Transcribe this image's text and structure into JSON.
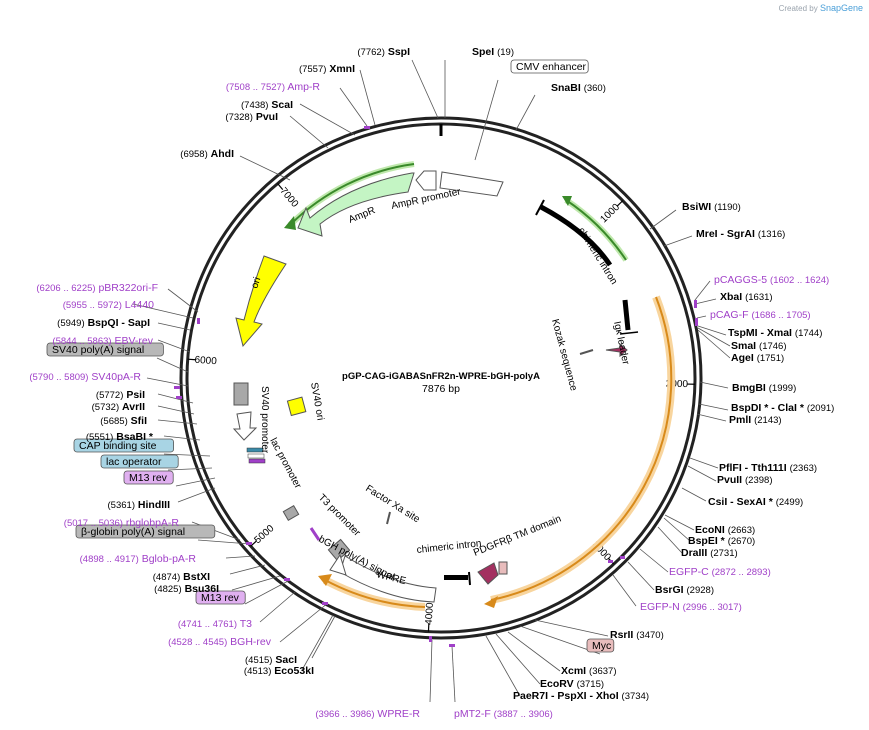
{
  "header": {
    "credit_prefix": "Created by",
    "brand": "SnapGene"
  },
  "plasmid": {
    "name": "pGP-CAG-iGABASnFR2n-WPRE-bGH-polyA",
    "length_label": "7876 bp",
    "length": 7876
  },
  "colors": {
    "backbone": "#222222",
    "primer": "#a040c8",
    "amp_arrow": "#c4f5c4",
    "ori": "#ffff00",
    "orange_feature": "#f4a63c",
    "green_feature": "#58b83a",
    "cmv_box": "#ffffff",
    "polyA_box": "#b8b8b8",
    "cap_box": "#a8d4e4",
    "m13_box": "#e0b0f0",
    "myc_box": "#e8bcbc",
    "igk_arrow": "#a33060",
    "pdgfr_arrow": "#a33060"
  },
  "ticks": [
    {
      "label": "1000",
      "pos": 1000
    },
    {
      "label": "2000",
      "pos": 2000
    },
    {
      "label": "3000",
      "pos": 3000
    },
    {
      "label": "4000",
      "pos": 4000
    },
    {
      "label": "5000",
      "pos": 5000
    },
    {
      "label": "6000",
      "pos": 6000
    },
    {
      "label": "7000",
      "pos": 7000
    }
  ],
  "features": [
    {
      "name": "CMV enhancer",
      "boxed": true
    },
    {
      "name": "chimeric intron"
    },
    {
      "name": "Kozak sequence"
    },
    {
      "name": "Igκ leader"
    },
    {
      "name": "SV40 ori"
    },
    {
      "name": "SV40 promoter"
    },
    {
      "name": "lac promoter"
    },
    {
      "name": "T3 promoter"
    },
    {
      "name": "Factor Xa site"
    },
    {
      "name": "bGH poly(A) signal"
    },
    {
      "name": "chimeric intron"
    },
    {
      "name": "PDGFRβ TM domain"
    },
    {
      "name": "WPRE"
    },
    {
      "name": "AmpR"
    },
    {
      "name": "AmpR promoter"
    },
    {
      "name": "ori"
    }
  ],
  "labels": [
    {
      "name": "SpeI",
      "pos": "(19)",
      "kind": "site"
    },
    {
      "name": "CMV enhancer",
      "pos": "",
      "kind": "box-white"
    },
    {
      "name": "SnaBI",
      "pos": "(360)",
      "kind": "site"
    },
    {
      "name": "BsiWI",
      "pos": "(1190)",
      "kind": "site"
    },
    {
      "name": "MreI - SgrAI",
      "pos": "(1316)",
      "kind": "site"
    },
    {
      "name": "pCAGGS-5",
      "pos": "(1602 .. 1624)",
      "kind": "primer"
    },
    {
      "name": "XbaI",
      "pos": "(1631)",
      "kind": "site"
    },
    {
      "name": "pCAG-F",
      "pos": "(1686 .. 1705)",
      "kind": "primer"
    },
    {
      "name": "TspMI - XmaI",
      "pos": "(1744)",
      "kind": "site"
    },
    {
      "name": "SmaI",
      "pos": "(1746)",
      "kind": "site"
    },
    {
      "name": "AgeI",
      "pos": "(1751)",
      "kind": "site"
    },
    {
      "name": "BmgBI",
      "pos": "(1999)",
      "kind": "site"
    },
    {
      "name": "BspDI * - ClaI *",
      "pos": "(2091)",
      "kind": "site"
    },
    {
      "name": "PmlI",
      "pos": "(2143)",
      "kind": "site"
    },
    {
      "name": "PflFI - Tth111I",
      "pos": "(2363)",
      "kind": "site"
    },
    {
      "name": "PvuII",
      "pos": "(2398)",
      "kind": "site"
    },
    {
      "name": "CsiI - SexAI *",
      "pos": "(2499)",
      "kind": "site"
    },
    {
      "name": "EcoNI",
      "pos": "(2663)",
      "kind": "site"
    },
    {
      "name": "BspEI *",
      "pos": "(2670)",
      "kind": "site"
    },
    {
      "name": "DraIII",
      "pos": "(2731)",
      "kind": "site"
    },
    {
      "name": "EGFP-C",
      "pos": "(2872 .. 2893)",
      "kind": "primer"
    },
    {
      "name": "BsrGI",
      "pos": "(2928)",
      "kind": "site"
    },
    {
      "name": "EGFP-N",
      "pos": "(2996 .. 3017)",
      "kind": "primer"
    },
    {
      "name": "RsrII",
      "pos": "(3470)",
      "kind": "site"
    },
    {
      "name": "Myc",
      "pos": "",
      "kind": "box-myc"
    },
    {
      "name": "XcmI",
      "pos": "(3637)",
      "kind": "site"
    },
    {
      "name": "EcoRV",
      "pos": "(3715)",
      "kind": "site"
    },
    {
      "name": "PaeR7I - PspXI - XhoI",
      "pos": "(3734)",
      "kind": "site"
    },
    {
      "name": "pMT2-F",
      "pos": "(3887 .. 3906)",
      "kind": "primer"
    },
    {
      "name": "WPRE-R",
      "pos": "(3966 .. 3986)",
      "kind": "primer"
    },
    {
      "name": "Eco53kI",
      "pos": "(4513)",
      "kind": "site"
    },
    {
      "name": "SacI",
      "pos": "(4515)",
      "kind": "site"
    },
    {
      "name": "BGH-rev",
      "pos": "(4528 .. 4545)",
      "kind": "primer"
    },
    {
      "name": "T3",
      "pos": "(4741 .. 4761)",
      "kind": "primer"
    },
    {
      "name": "M13 rev",
      "pos": "",
      "kind": "box-m13"
    },
    {
      "name": "Bsu36I",
      "pos": "(4825)",
      "kind": "site"
    },
    {
      "name": "BstXI",
      "pos": "(4874)",
      "kind": "site"
    },
    {
      "name": "Bglob-pA-R",
      "pos": "(4898 .. 4917)",
      "kind": "primer"
    },
    {
      "name": "β-globin poly(A) signal",
      "pos": "",
      "kind": "box-gray"
    },
    {
      "name": "rbglobpA-R",
      "pos": "(5017 .. 5036)",
      "kind": "primer"
    },
    {
      "name": "HindIII",
      "pos": "(5361)",
      "kind": "site"
    },
    {
      "name": "M13 rev",
      "pos": "",
      "kind": "box-m13"
    },
    {
      "name": "lac operator",
      "pos": "",
      "kind": "box-cap"
    },
    {
      "name": "CAP binding site",
      "pos": "",
      "kind": "box-cap"
    },
    {
      "name": "BsaBI *",
      "pos": "(5551)",
      "kind": "site"
    },
    {
      "name": "SfiI",
      "pos": "(5685)",
      "kind": "site"
    },
    {
      "name": "AvrII",
      "pos": "(5732)",
      "kind": "site"
    },
    {
      "name": "PsiI",
      "pos": "(5772)",
      "kind": "site"
    },
    {
      "name": "SV40pA-R",
      "pos": "(5790 .. 5809)",
      "kind": "primer"
    },
    {
      "name": "SV40 poly(A) signal",
      "pos": "",
      "kind": "box-gray"
    },
    {
      "name": "EBV-rev",
      "pos": "(5844 .. 5863)",
      "kind": "primer"
    },
    {
      "name": "BspQI - SapI",
      "pos": "(5949)",
      "kind": "site"
    },
    {
      "name": "L4440",
      "pos": "(5955 .. 5972)",
      "kind": "primer"
    },
    {
      "name": "pBR322ori-F",
      "pos": "(6206 .. 6225)",
      "kind": "primer"
    },
    {
      "name": "AhdI",
      "pos": "(6958)",
      "kind": "site"
    },
    {
      "name": "PvuI",
      "pos": "(7328)",
      "kind": "site"
    },
    {
      "name": "ScaI",
      "pos": "(7438)",
      "kind": "site"
    },
    {
      "name": "Amp-R",
      "pos": "(7508 .. 7527)",
      "kind": "primer"
    },
    {
      "name": "XmnI",
      "pos": "(7557)",
      "kind": "site"
    },
    {
      "name": "SspI",
      "pos": "(7762)",
      "kind": "site"
    }
  ]
}
